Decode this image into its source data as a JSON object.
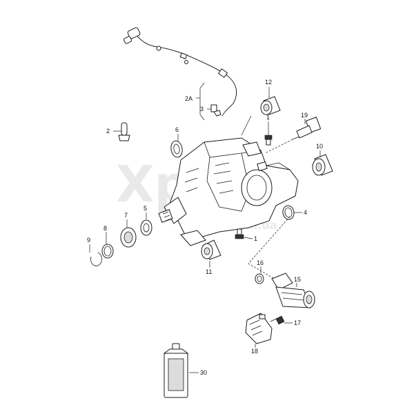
{
  "watermark": {
    "main": "Xp",
    "sub": ".com.ua"
  },
  "callouts": {
    "c1a": "1",
    "c1b": "1",
    "c2": "2",
    "c2a": "2A",
    "c3": "3",
    "c4": "4",
    "c5": "5",
    "c6": "6",
    "c7": "7",
    "c8": "8",
    "c9": "9",
    "c10": "10",
    "c11": "11",
    "c12": "12",
    "c15": "15",
    "c16": "16",
    "c17": "17",
    "c18": "18",
    "c19": "19",
    "c30": "30"
  }
}
